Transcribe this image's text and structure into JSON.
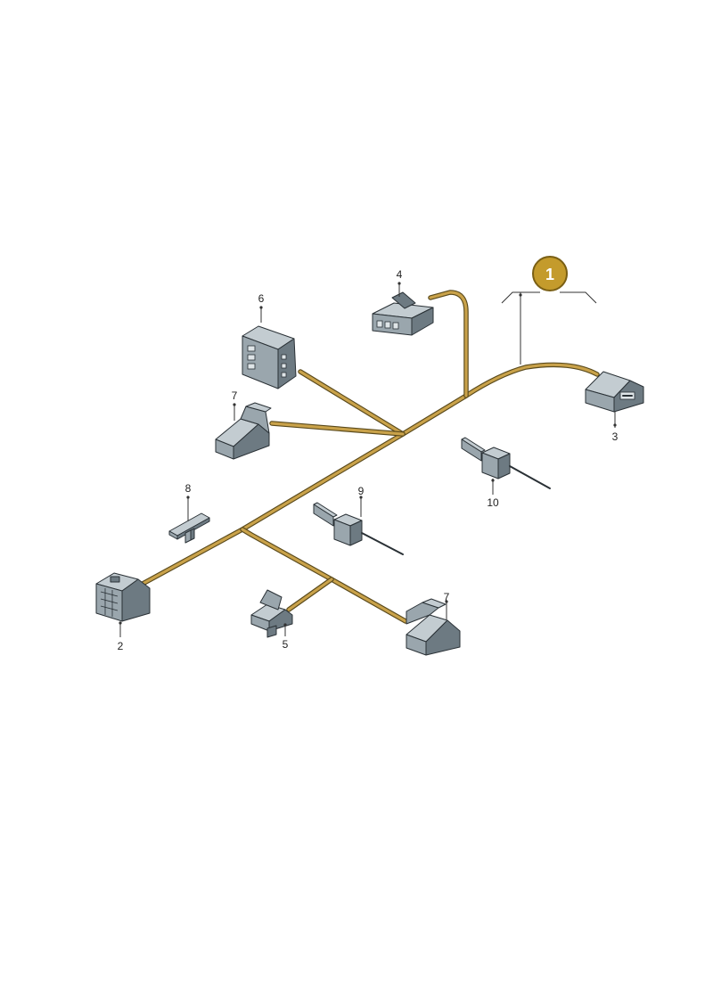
{
  "colors": {
    "wire": "#c9a24a",
    "wire_edge": "#5a4a1c",
    "badge": "#c49b2c",
    "part": "#9aa6ad"
  },
  "badge": {
    "text": "1"
  },
  "callouts": {
    "c2": "2",
    "c3": "3",
    "c4": "4",
    "c5": "5",
    "c6": "6",
    "c7a": "7",
    "c7b": "7",
    "c8": "8",
    "c9": "9",
    "c10": "10"
  }
}
